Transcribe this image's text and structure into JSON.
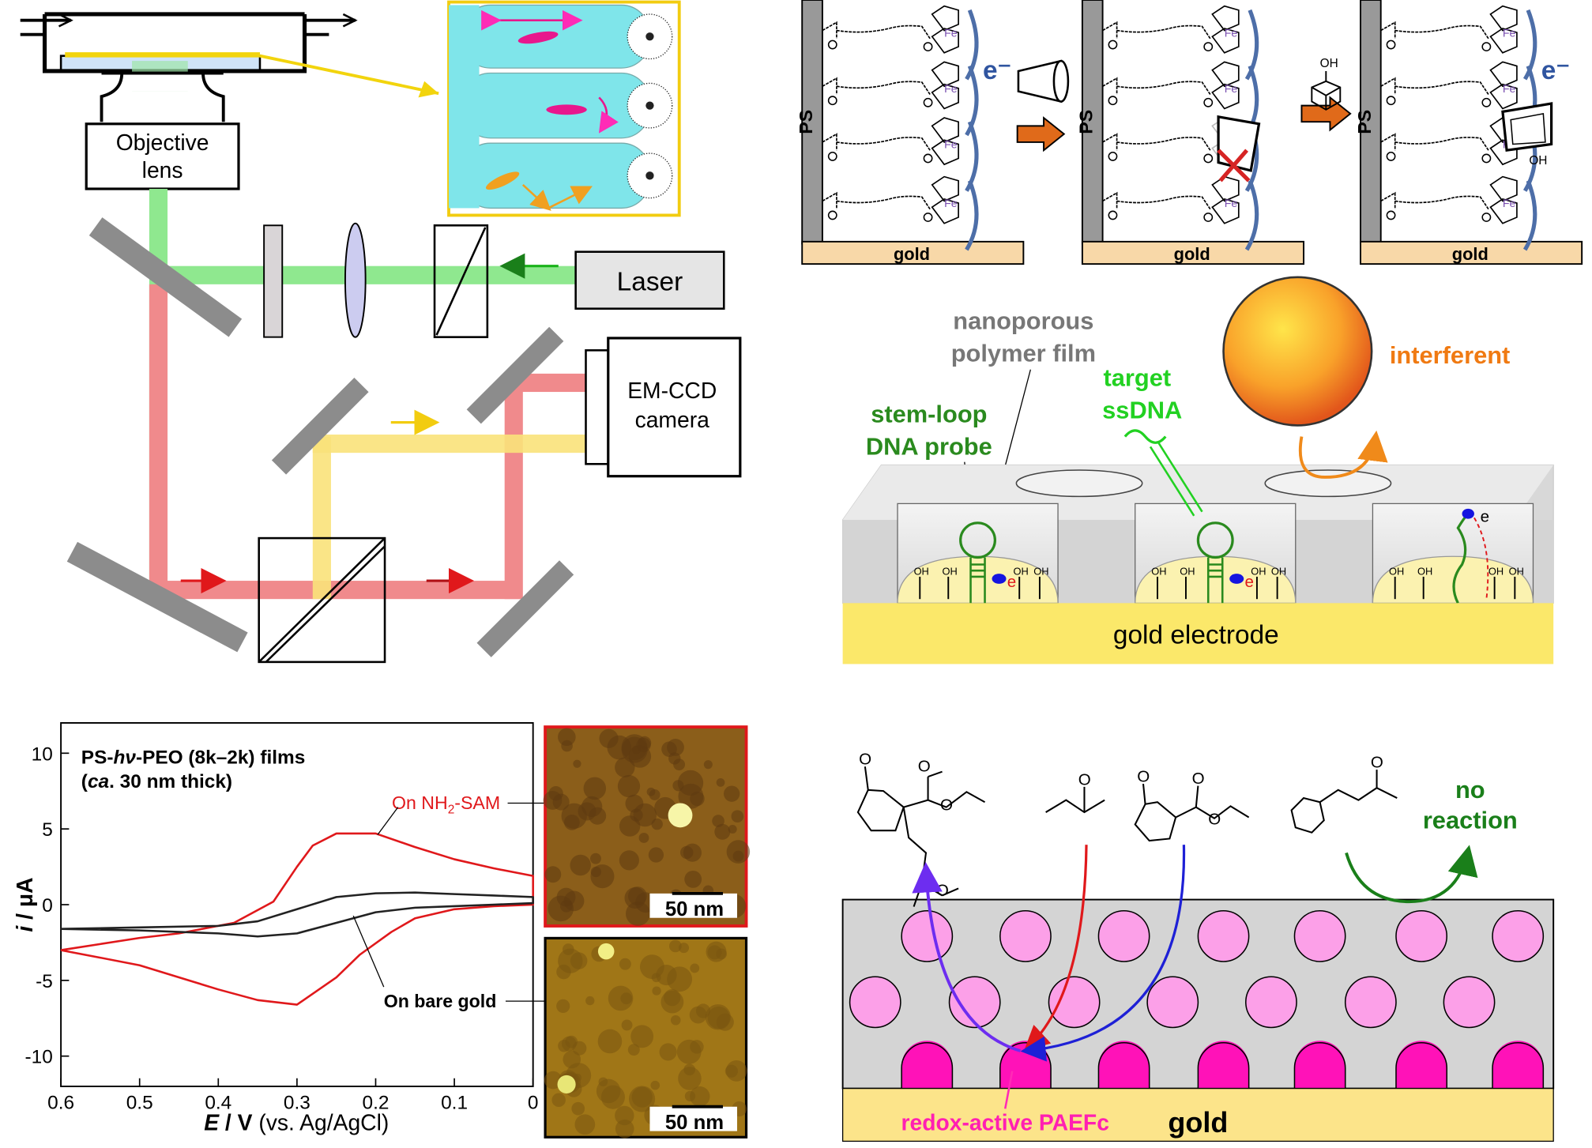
{
  "optics": {
    "objective": [
      "Objective",
      "lens"
    ],
    "laser": "Laser",
    "camera": [
      "EM-CCD",
      "camera"
    ]
  },
  "ferrocene": {
    "ps": "PS",
    "gold": "gold",
    "electron": "e⁻",
    "oh": "OH",
    "ring_label": "Fe"
  },
  "dna": {
    "film": [
      "nanoporous",
      "polymer film"
    ],
    "probe": [
      "stem-loop",
      "DNA probe"
    ],
    "target": [
      "target",
      "ssDNA"
    ],
    "interferent": "interferent",
    "electrode": "gold electrode",
    "oh": "OH",
    "electron": "e",
    "electron_sup": "-",
    "colors": {
      "probe": "#2a8a1e",
      "target": "#22d122",
      "interferent": "#f07a12",
      "film": "#777777"
    }
  },
  "cv": {
    "title_pre": "PS-",
    "title_hv": "hν",
    "title_post": "-PEO (8k–2k) films",
    "subtitle_pre": "(",
    "subtitle_ca": "ca",
    "subtitle_post": ". 30 nm thick)",
    "label_sam_pre": "On NH",
    "label_sam_sub": "2",
    "label_sam_post": "-SAM",
    "label_gold": "On bare gold",
    "ylabel_i": "i",
    "ylabel_unit": " / μA",
    "xlabel_e": "E",
    "xlabel_v": " / V",
    "xlabel_ref": " (vs. Ag/AgCl)",
    "scalebar": "50 nm"
  },
  "chart_data": {
    "type": "line",
    "title": "PS-hν-PEO (8k–2k) films",
    "xlabel": "E / V (vs. Ag/AgCl)",
    "ylabel": "i / μA",
    "xlim": [
      0.6,
      0.0
    ],
    "ylim": [
      -12,
      12
    ],
    "xticks": [
      "0.6",
      "0.5",
      "0.4",
      "0.3",
      "0.2",
      "0.1",
      "0"
    ],
    "yticks": [
      "10",
      "5",
      "0",
      "-5",
      "-10"
    ],
    "series": [
      {
        "name": "On NH2-SAM",
        "color": "#e0181b",
        "x": [
          0.6,
          0.55,
          0.5,
          0.45,
          0.4,
          0.35,
          0.3,
          0.25,
          0.22,
          0.18,
          0.15,
          0.1,
          0.05,
          0.0,
          0.0,
          0.05,
          0.1,
          0.15,
          0.2,
          0.25,
          0.28,
          0.3,
          0.33,
          0.38,
          0.45,
          0.5,
          0.55,
          0.6
        ],
        "y": [
          -3.0,
          -3.5,
          -4.0,
          -4.8,
          -5.6,
          -6.3,
          -6.6,
          -4.8,
          -3.3,
          -1.8,
          -0.9,
          -0.3,
          -0.1,
          0.0,
          1.9,
          2.4,
          3.0,
          3.8,
          4.7,
          4.7,
          3.9,
          2.5,
          0.2,
          -1.2,
          -1.9,
          -2.2,
          -2.6,
          -3.0
        ]
      },
      {
        "name": "On bare gold",
        "color": "#222222",
        "x": [
          0.6,
          0.5,
          0.4,
          0.35,
          0.3,
          0.25,
          0.2,
          0.15,
          0.1,
          0.05,
          0.0,
          0.0,
          0.05,
          0.1,
          0.15,
          0.2,
          0.25,
          0.3,
          0.35,
          0.4,
          0.5,
          0.6
        ],
        "y": [
          -1.6,
          -1.7,
          -1.9,
          -2.1,
          -1.9,
          -1.2,
          -0.5,
          -0.2,
          -0.1,
          0.0,
          0.1,
          0.5,
          0.6,
          0.7,
          0.8,
          0.75,
          0.5,
          -0.3,
          -1.1,
          -1.4,
          -1.5,
          -1.6
        ]
      }
    ]
  },
  "paefc": {
    "label_pre": "redox-active PAEFc",
    "gold": "gold",
    "no_reaction": [
      "no",
      "reaction"
    ]
  }
}
